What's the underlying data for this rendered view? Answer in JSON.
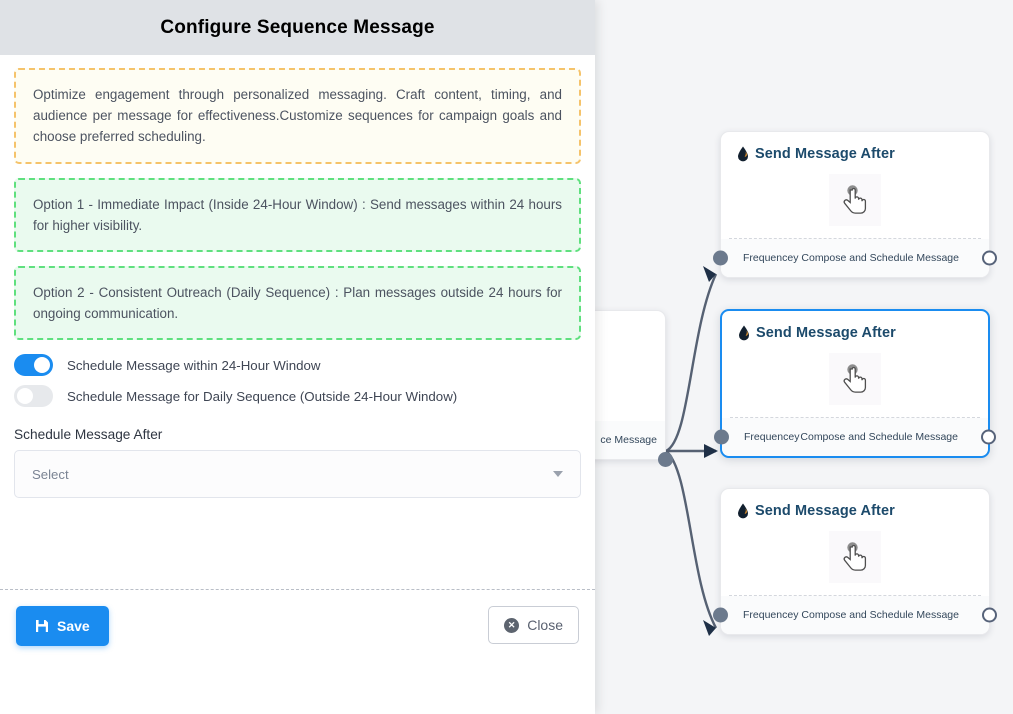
{
  "modal": {
    "title": "Configure Sequence Message",
    "note": "Optimize engagement through personalized messaging. Craft content, timing, and audience per message for effectiveness.Customize sequences for campaign goals and choose preferred scheduling.",
    "options": [
      "Option 1 - Immediate Impact (Inside 24-Hour Window) : Send messages within 24 hours for higher visibility.",
      "Option 2 - Consistent Outreach (Daily Sequence) : Plan messages outside 24 hours for ongoing communication."
    ],
    "toggles": [
      {
        "label": "Schedule Message within 24-Hour Window",
        "state": "on"
      },
      {
        "label": "Schedule Message for Daily Sequence (Outside 24-Hour Window)",
        "state": "off"
      }
    ],
    "field": {
      "label": "Schedule Message After",
      "value": "Select",
      "caret_icon": "chevron-down-icon"
    },
    "footer": {
      "save_label": "Save",
      "save_icon": "save-floppy-icon",
      "close_label": "Close",
      "close_icon": "close-circle-icon"
    }
  },
  "canvas": {
    "nodes": [
      {
        "title": "Send Message After",
        "icon": "water-drop-icon",
        "body_icon": "tap-hand-icon",
        "footer_left": "Frequencey",
        "footer_right": "Compose and Schedule Message",
        "selected": false
      },
      {
        "title": "Send Message After",
        "icon": "water-drop-icon",
        "body_icon": "tap-hand-icon",
        "footer_left": "Frequencey",
        "footer_right": "Compose and Schedule Message",
        "selected": true
      },
      {
        "title": "Send Message After",
        "icon": "water-drop-icon",
        "body_icon": "tap-hand-icon",
        "footer_left": "Frequencey",
        "footer_right": "Compose and Schedule Message",
        "selected": false
      }
    ],
    "partial_node": {
      "footer_right": "ce Message"
    }
  },
  "colors": {
    "accent": "#1a8cf0",
    "note_border": "#f5c36b",
    "note_bg": "#fefdf3",
    "option_border": "#5fe07e",
    "option_bg": "#eafaef",
    "node_title": "#1c4a6b",
    "canvas_bg": "#f4f5f7",
    "header_bg": "#dfe2e6",
    "edge_stroke": "#566173"
  }
}
